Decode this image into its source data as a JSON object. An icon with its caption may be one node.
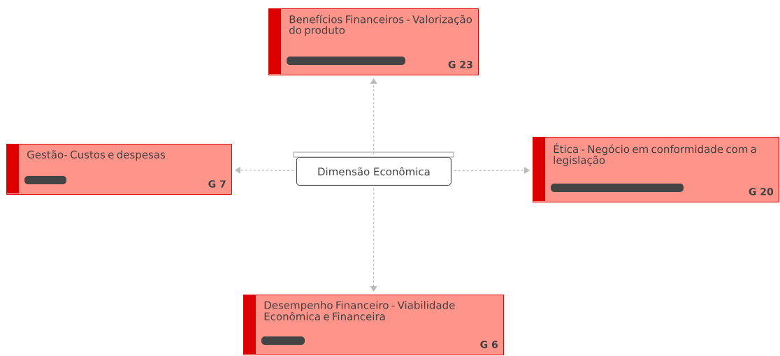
{
  "diagram": {
    "nodes": [
      {
        "text": [
          "Dimensão Econômica"
        ]
      },
      {
        "text": [
          "Benefícios Financeiros - Valorização do produto",
          "G 23"
        ]
      },
      {
        "text": [
          "Gestão- Custos e despesas",
          "G 7"
        ]
      },
      {
        "text": [
          "Ética - Negócio em conformidade com a legislação",
          "G 20"
        ]
      },
      {
        "text": [
          "Desempenho Financeiro - Viabilidade Econômica e Financeira",
          "G 6"
        ]
      }
    ],
    "edges": [
      {
        "from": 0,
        "to": 1,
        "arrow": "to",
        "style": "dashed"
      },
      {
        "from": 0,
        "to": 2,
        "arrow": "to",
        "style": "dashed"
      },
      {
        "from": 0,
        "to": 3,
        "arrow": "to",
        "style": "dashed"
      },
      {
        "from": 0,
        "to": 4,
        "arrow": "to",
        "style": "dashed"
      }
    ]
  }
}
